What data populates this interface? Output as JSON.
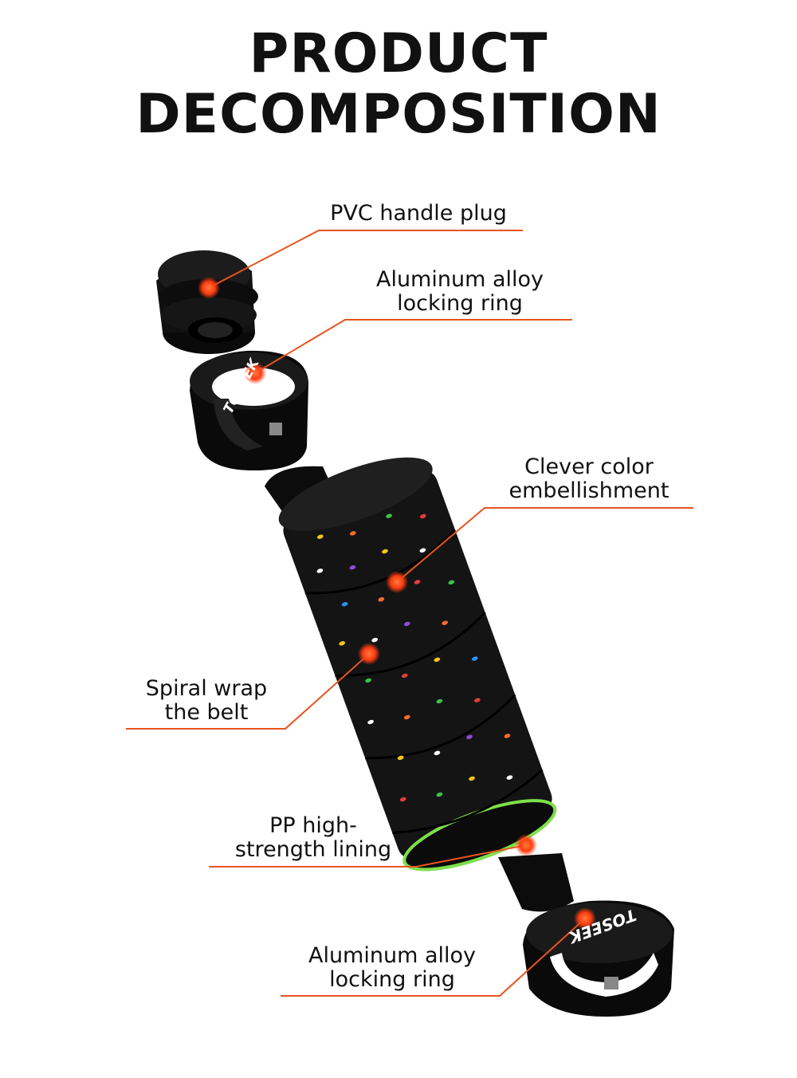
{
  "title": {
    "line1": "PRODUCT",
    "line2": "DECOMPOSITION"
  },
  "brand": {
    "name": "TOSEEK"
  },
  "colors": {
    "accent": "#e8541e",
    "product": "#0d0d0d",
    "dot_glow": "#ff4a1c"
  },
  "callouts": [
    {
      "id": "pvc-plug",
      "lines": [
        "PVC handle plug"
      ]
    },
    {
      "id": "lock-ring-top",
      "lines": [
        "Aluminum alloy",
        "locking ring"
      ]
    },
    {
      "id": "color-embellishment",
      "lines": [
        "Clever color",
        "embellishment"
      ]
    },
    {
      "id": "spiral-wrap",
      "lines": [
        "Spiral wrap",
        "the belt"
      ]
    },
    {
      "id": "pp-lining",
      "lines": [
        "PP high-",
        "strength lining"
      ]
    },
    {
      "id": "lock-ring-bottom",
      "lines": [
        "Aluminum alloy",
        "locking ring"
      ]
    }
  ]
}
